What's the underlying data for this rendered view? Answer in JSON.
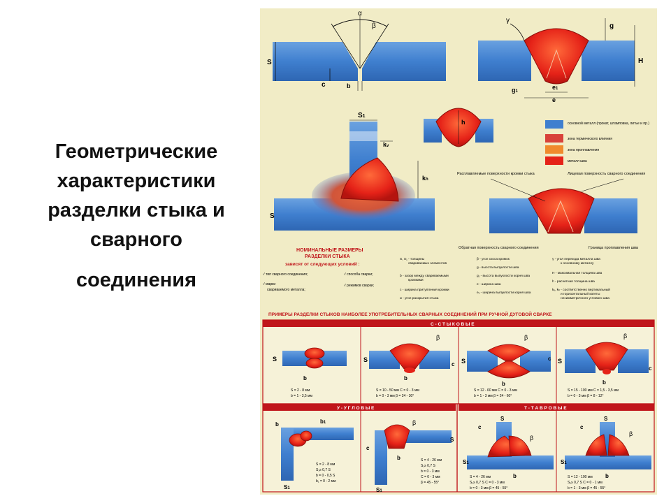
{
  "title": {
    "lines": [
      "Геометрические",
      "характеристики",
      "разделки стыка и",
      "сварного",
      "соединения"
    ]
  },
  "poster": {
    "greek": {
      "alpha": "α",
      "beta": "β",
      "gamma": "γ"
    },
    "labels": {
      "S": "S",
      "c": "c",
      "b": "b",
      "g": "g",
      "H": "H",
      "g1": "g",
      "g1_sub": "1",
      "e": "e",
      "e1": "e",
      "e1_sub": "1",
      "S1": "S",
      "S1_sub": "1",
      "h": "h",
      "kv": "k",
      "kv_sub": "v",
      "kh": "k",
      "kh_sub": "h"
    },
    "legend": [
      {
        "label": "основной металл (прокат, штамповка, литье и пр.)",
        "color": "#3f7fcf"
      },
      {
        "label": "зона термического влияния",
        "color": "#d8413a"
      },
      {
        "label": "зона проплавления",
        "color": "#f08a2c"
      },
      {
        "label": "металл шва",
        "color": "#e52218"
      }
    ],
    "annotations": {
      "fusion_surfaces": "Расплавляемые поверхности кромки стыка",
      "face_surface": "Лицевая поверхность сварного соединения",
      "back_surface": "Обратная поверхность сварного соединения",
      "fusion_boundary": "Граница проплавления шва"
    },
    "nominal": {
      "heading1": "НОМИНАЛЬНЫЕ РАЗМЕРЫ",
      "heading2": "РАЗДЕЛКИ СТЫКА",
      "heading3": "зависят от следующих условий :",
      "cond1": "√ тип сварного соединения;",
      "cond2": "√ способа сварки;",
      "cond3": "√ марки",
      "cond3b": "свариваемого металла;",
      "cond4": "√ режимов сварки;"
    },
    "definitions": [
      [
        "S, S₁ - толщины",
        "свариваемых элементов"
      ],
      [
        "b - зазор между свариваемыми",
        "кромками"
      ],
      [
        "c - ширина притупления кромки"
      ],
      [
        "α - угол раскрытия стыка"
      ],
      [
        "β - угол скоса кромок"
      ],
      [
        "g - высота выпуклости шва"
      ],
      [
        "g₁ - высота выпуклости корня шва"
      ],
      [
        "e - ширина шва"
      ],
      [
        "e₁ - ширина выпуклости корня шва"
      ],
      [
        "γ - угол перехода металла шва",
        "к основному металлу"
      ],
      [
        "H - максимальная толщина шва"
      ],
      [
        "h - расчетная толщина шва"
      ],
      [
        "kᵥ, kₕ - соответственно вертикальный",
        "и горизонтальный катеты",
        "несимметричного углового шва"
      ]
    ],
    "examples_title": "ПРИМЕРЫ РАЗДЕЛКИ СТЫКОВ НАИБОЛЕЕ УПОТРЕБИТЕЛЬНЫХ СВАРНЫХ СОЕДИНЕНИЙ ПРИ РУЧНОЙ ДУГОВОЙ СВАРКЕ",
    "sections": {
      "butt": "С - С Т Ы К О В Ы Е",
      "corner": "У - У Г Л О В Ы Е",
      "tee": "Т - Т А В Р О В Ы Е"
    },
    "butt_specs": [
      [
        "S = 2 - 8 мм",
        "b = 1 - 3,5 мм"
      ],
      [
        "S = 10 - 50 мм   C = 0 - 3 мм",
        "b = 0 - 3 мм   β = 24 - 30°"
      ],
      [
        "S = 12 - 60 мм   C = 0 - 3 мм",
        "b = 1 - 3 мм   β = 24 - 60°"
      ],
      [
        "S = 15 - 100 мм   C = 1,5 - 3,5 мм",
        "b = 0 - 3 мм   β = 8 - 12°"
      ]
    ],
    "corner_specs": [
      [
        "S = 2 - 8 мм",
        "S₁≥ 0,7 S",
        "b = 0 - 0,5 S",
        "b₁ = 0 - 2 мм"
      ],
      [
        "S = 4 - 26 мм",
        "S₁≥ 0,7 S",
        "b = 0 - 3 мм",
        "C = 0 - 3 мм",
        "β = 45 - 55°"
      ]
    ],
    "tee_specs": [
      [
        "S = 4 - 26 мм",
        "S₁≥ 0,7 S   C = 0 - 3 мм",
        "b = 0 - 3 мм   β = 45 - 55°"
      ],
      [
        "S = 12 - 100 мм",
        "S₁≥ 0,7 S   C = 0 - 1 мм",
        "b = 1 - 3 мм   β = 45 - 55°"
      ]
    ]
  },
  "colors": {
    "metal": "#3f7fcf",
    "weld": "#e52218",
    "haz": "#d8413a",
    "poster_bg": "#f1ecc6",
    "heading_red": "#c0161b"
  }
}
